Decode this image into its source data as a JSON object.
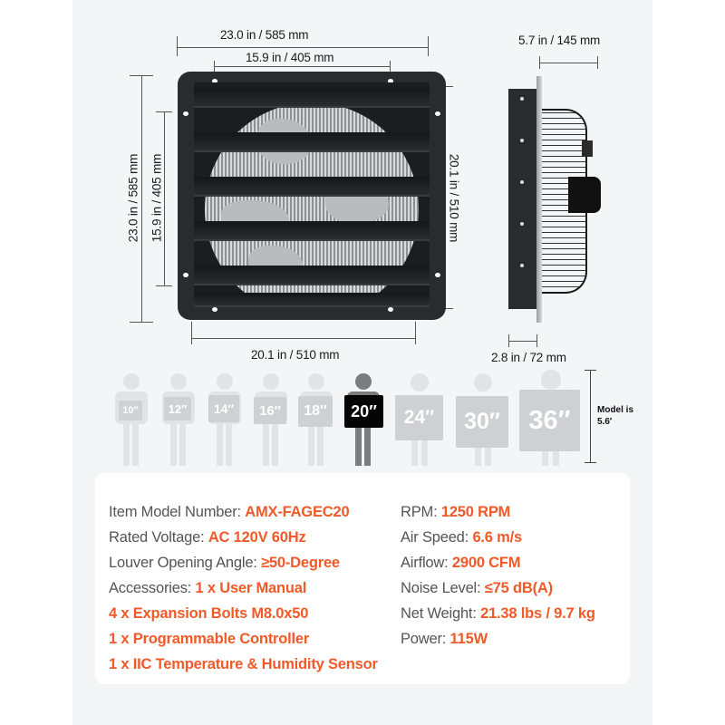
{
  "dimensions": {
    "front_width_outer": "23.0 in / 585 mm",
    "front_width_holes": "15.9  in / 405 mm",
    "front_height_outer": "23.0 in / 585 mm",
    "front_height_holes": "15.9 in / 405 mm",
    "front_height_inner": "20.1 in / 510 mm",
    "front_width_inner": "20.1 in / 510 mm",
    "side_depth_total": "5.7 in / 145 mm",
    "side_depth_plate": "2.8 in / 72 mm"
  },
  "size_comparison": {
    "sizes": [
      "10″",
      "12″",
      "14″",
      "16″",
      "18″",
      "20″",
      "24″",
      "30″",
      "36″"
    ],
    "highlighted": "20″",
    "model_note_line1": "Model is",
    "model_note_line2": "5.6′"
  },
  "specs": {
    "left": [
      {
        "label": "Item Model Number:  ",
        "value": "AMX-FAGEC20"
      },
      {
        "label": "Rated Voltage: ",
        "value": "AC 120V 60Hz"
      },
      {
        "label": "Louver Opening Angle: ",
        "value": "≥50-Degree"
      },
      {
        "label": "Accessories: ",
        "value": "1 x User Manual"
      },
      {
        "label": "",
        "value": "4 x Expansion Bolts M8.0x50"
      },
      {
        "label": "",
        "value": "1 x Programmable Controller"
      },
      {
        "label": "",
        "value": "1 x IIC Temperature & Humidity Sensor"
      }
    ],
    "right": [
      {
        "label": "RPM: ",
        "value": "1250 RPM"
      },
      {
        "label": "Air Speed: ",
        "value": "6.6 m/s"
      },
      {
        "label": "Airflow: ",
        "value": "2900 CFM"
      },
      {
        "label": "Noise Level: ",
        "value": "≤75 dB(A)"
      },
      {
        "label": "Net Weight: ",
        "value": "21.38 lbs / 9.7 kg"
      },
      {
        "label": "Power: ",
        "value": "115W"
      }
    ]
  },
  "colors": {
    "accent": "#f05a28",
    "label": "#555555",
    "panel_bg": "#f4f5f7",
    "fan_frame": "#2a2b2e"
  }
}
